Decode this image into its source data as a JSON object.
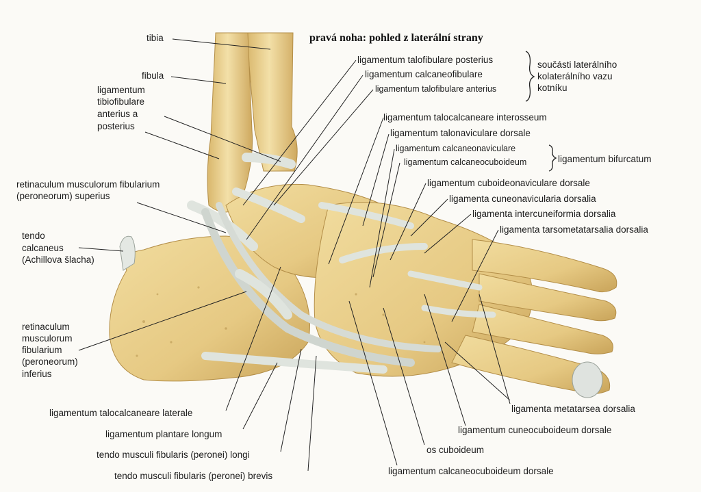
{
  "title": "pravá noha: pohled z laterální strany",
  "labels": {
    "tibia": "tibia",
    "fibula": "fibula",
    "tibiofibulare_1": "ligamentum",
    "tibiofibulare_2": "tibiofibulare",
    "tibiofibulare_3": "anterius a",
    "tibiofibulare_4": "posterius",
    "retinaculum_sup_1": "retinaculum musculorum fibularium",
    "retinaculum_sup_2": "(peroneorum) superius",
    "tendo_calcaneus_1": "tendo",
    "tendo_calcaneus_2": "calcaneus",
    "tendo_calcaneus_3": "(Achillova šlacha)",
    "retinaculum_inf_1": "retinaculum",
    "retinaculum_inf_2": "musculorum",
    "retinaculum_inf_3": "fibularium",
    "retinaculum_inf_4": "(peroneorum)",
    "retinaculum_inf_5": "inferius",
    "talofibulare_post": "ligamentum talofibulare posterius",
    "calcaneofibulare": "ligamentum calcaneofibulare",
    "talofibulare_ant": "ligamentum talofibulare anterius",
    "lateral_group_1": "součásti laterálního",
    "lateral_group_2": "kolaterálního vazu",
    "lateral_group_3": "kotníku",
    "talocalcaneare_inter": "ligamentum talocalcaneare interosseum",
    "talonaviculare": "ligamentum talonaviculare dorsale",
    "calcaneonaviculare": "ligamentum calcaneonaviculare",
    "calcaneocuboideum": "ligamentum calcaneocuboideum",
    "bifurcatum": "ligamentum bifurcatum",
    "cuboideonaviculare": "ligamentum cuboideonaviculare dorsale",
    "cuneonavicularia": "ligamenta cuneonavicularia dorsalia",
    "intercuneiformia": "ligamenta intercuneiformia dorsalia",
    "tarsometatarsalia": "ligamenta tarsometatarsalia dorsalia",
    "metatarsea": "ligamenta metatarsea dorsalia",
    "cuneocuboideum": "ligamentum cuneocuboideum dorsale",
    "os_cuboideum": "os cuboideum",
    "calcaneocuboideum_dors": "ligamentum calcaneocuboideum dorsale",
    "talocalcaneare_lat": "ligamentum talocalcaneare laterale",
    "plantare_longum": "ligamentum plantare longum",
    "fib_longi": "tendo musculi fibularis (peronei) longi",
    "fib_brevis": "tendo musculi fibularis (peronei) brevis"
  },
  "colors": {
    "bone": "#e8cf8a",
    "bone_shadow": "#c9a45a",
    "ligament": "#dde2dc",
    "tendon": "#c9cfc9",
    "line": "#222222"
  }
}
